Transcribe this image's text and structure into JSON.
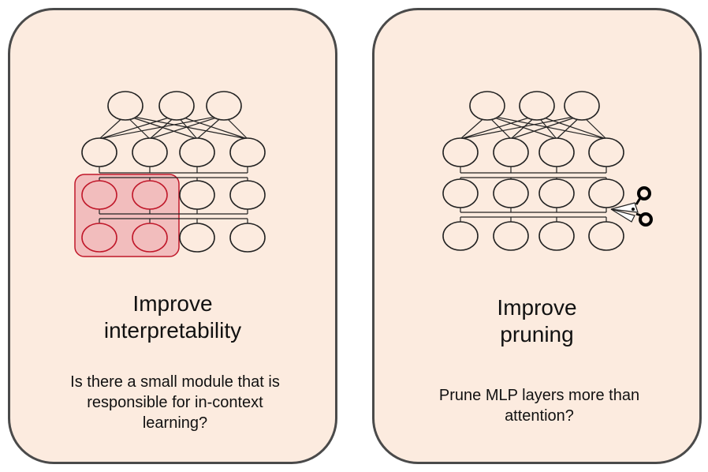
{
  "cards": [
    {
      "title_lines": [
        "Improve",
        "interpretability"
      ],
      "question": "Is there a small module that is responsible for in-context learning?",
      "highlight_color": "#c0182a"
    },
    {
      "title_lines": [
        "Improve",
        "pruning"
      ],
      "question": "Prune MLP layers more than attention?",
      "icon": "scissors-icon"
    }
  ],
  "colors": {
    "card_fill": "#fcebdf",
    "card_border": "#4a4a4a",
    "node_stroke": "#222222",
    "highlight_fill": "#f2bdbd",
    "highlight_stroke": "#c0182a"
  }
}
